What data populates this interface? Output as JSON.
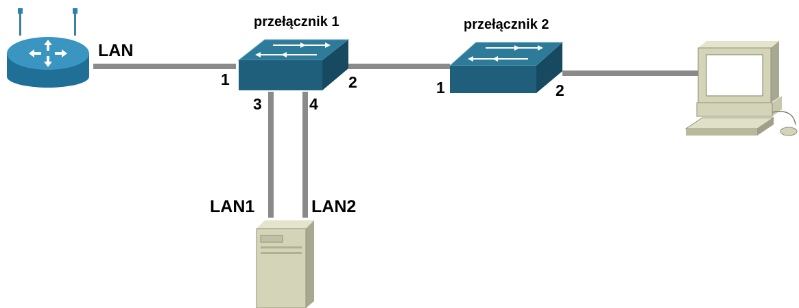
{
  "colors": {
    "cable": "#8a8a8a",
    "switch_top": "#2d7a99",
    "switch_front": "#1f5f7c",
    "switch_side": "#174a61",
    "router": "#2b83ad",
    "beige": "#d4d4b8",
    "beige_dark": "#a8a890",
    "screen": "#ffffff"
  },
  "devices": {
    "router": {
      "icon": "router-icon"
    },
    "switch1": {
      "icon": "switch-icon",
      "title": "przełącznik 1"
    },
    "switch2": {
      "icon": "switch-icon",
      "title": "przełącznik 2"
    },
    "computer": {
      "icon": "desktop-computer-icon"
    },
    "server": {
      "icon": "server-tower-icon"
    }
  },
  "labels": {
    "router_lan": "LAN",
    "server_lan1": "LAN1",
    "server_lan2": "LAN2"
  },
  "ports": {
    "switch1_p1": "1",
    "switch1_p2": "2",
    "switch1_p3": "3",
    "switch1_p4": "4",
    "switch2_p1": "1",
    "switch2_p2": "2"
  }
}
